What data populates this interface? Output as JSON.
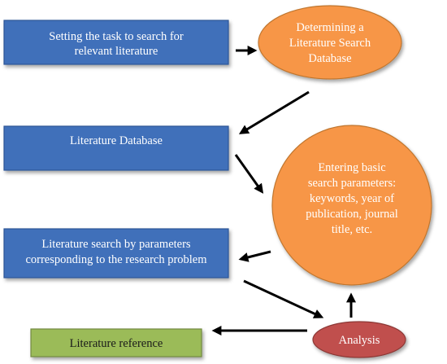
{
  "nodes": {
    "task": {
      "lines": [
        "Setting the task to search for",
        "relevant literature"
      ],
      "fill": "#3f6fba",
      "stroke": "#2d5496"
    },
    "determining": {
      "lines": [
        "Determining a",
        "Literature Search",
        "Database"
      ],
      "fill": "#f79646",
      "stroke": "#c0762f"
    },
    "database": {
      "lines": [
        "Literature Database"
      ],
      "fill": "#3f6fba",
      "stroke": "#2d5496"
    },
    "entering": {
      "lines": [
        "Entering basic",
        "search parameters:",
        "keywords, year of",
        "publication, journal",
        "title, etc."
      ],
      "fill": "#f79646",
      "stroke": "#c0762f"
    },
    "search": {
      "lines": [
        "Literature search by parameters",
        "corresponding to the research problem"
      ],
      "fill": "#3f6fba",
      "stroke": "#2d5496"
    },
    "analysis": {
      "lines": [
        "Analysis"
      ],
      "fill": "#c0504d",
      "stroke": "#8c3836"
    },
    "reference": {
      "lines": [
        "Literature reference"
      ],
      "fill": "#9bbb59",
      "stroke": "#71893f"
    }
  }
}
